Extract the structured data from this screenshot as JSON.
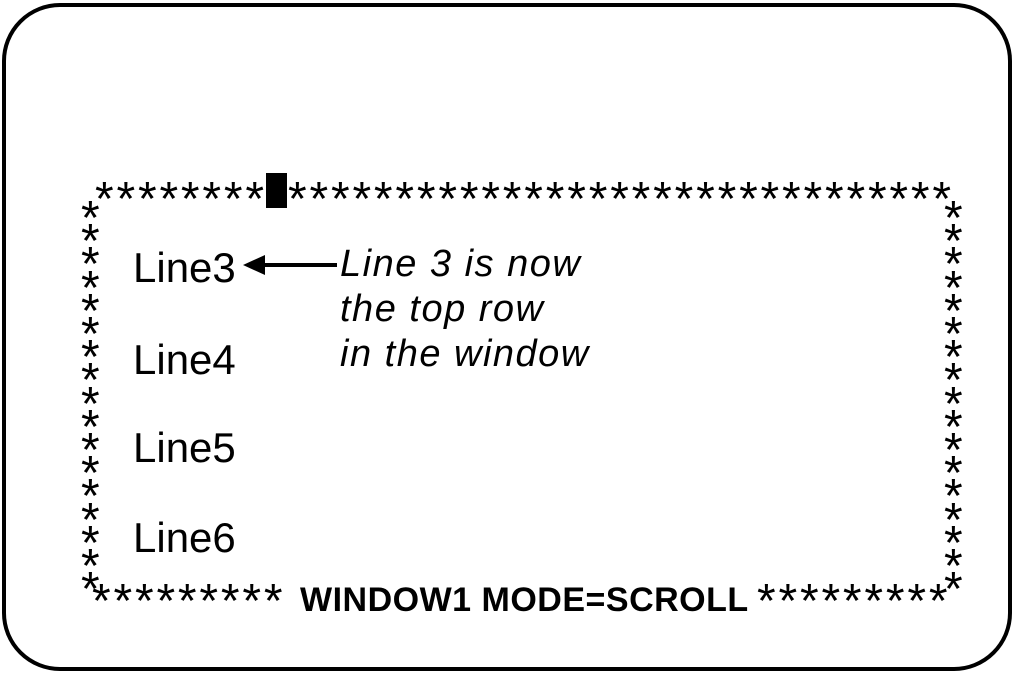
{
  "window": {
    "top_border": {
      "stars_before_cursor": "********",
      "stars_after_cursor": "*******************************"
    },
    "left_border_stars": "*\n*\n*\n*\n*\n*\n*\n*\n*\n*\n*\n*\n*\n*\n*\n*\n*",
    "right_border_stars": "*\n*\n*\n*\n*\n*\n*\n*\n*\n*\n*\n*\n*\n*\n*\n*\n*",
    "bottom_border": {
      "stars_left": "*********",
      "label": "WINDOW1 MODE=SCROLL",
      "stars_right": "*********"
    },
    "lines": {
      "line3": "Line3",
      "line4": "Line4",
      "line5": "Line5",
      "line6": "Line6"
    }
  },
  "annotation": {
    "line1": "Line 3 is now",
    "line2": "the top row",
    "line3": "in the window"
  },
  "colors": {
    "ink": "#000000",
    "background": "#ffffff"
  }
}
